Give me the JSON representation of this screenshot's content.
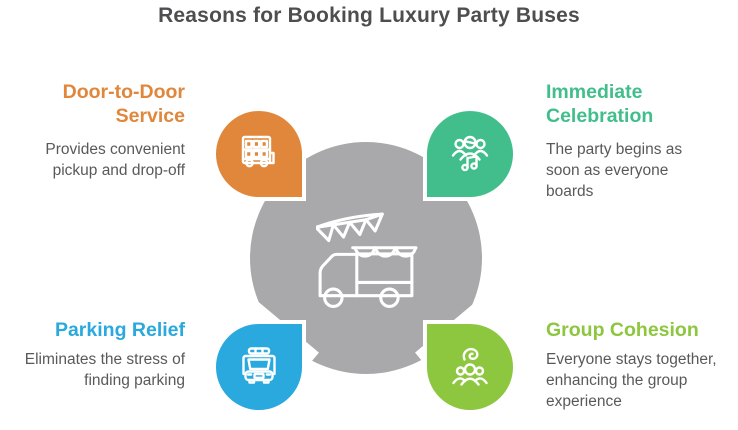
{
  "title": {
    "text": "Reasons for Booking Luxury Party Buses",
    "color": "#4d4e50"
  },
  "center": {
    "icon": "party-bus-with-bunting-icon",
    "circle_color": "#a9a9ab"
  },
  "text_color": "#58595b",
  "background_color": "#ffffff",
  "items": [
    {
      "id": "door-to-door-service",
      "position": "top-left",
      "title": "Door-to-Door Service",
      "description": "Provides convenient pickup and drop-off",
      "color": "#e0873b",
      "icon": "double-decker-bus-icon"
    },
    {
      "id": "immediate-celebration",
      "position": "top-right",
      "title": "Immediate Celebration",
      "description": "The party begins as soon as everyone boards",
      "color": "#41be8b",
      "icon": "people-music-note-icon"
    },
    {
      "id": "parking-relief",
      "position": "bottom-left",
      "title": "Parking Relief",
      "description": "Eliminates the stress of finding parking",
      "color": "#29a9dd",
      "icon": "bus-front-icon"
    },
    {
      "id": "group-cohesion",
      "position": "bottom-right",
      "title": "Group Cohesion",
      "description": "Everyone stays together, enhancing the group experience",
      "color": "#8dc63f",
      "icon": "people-group-swirl-icon"
    }
  ]
}
